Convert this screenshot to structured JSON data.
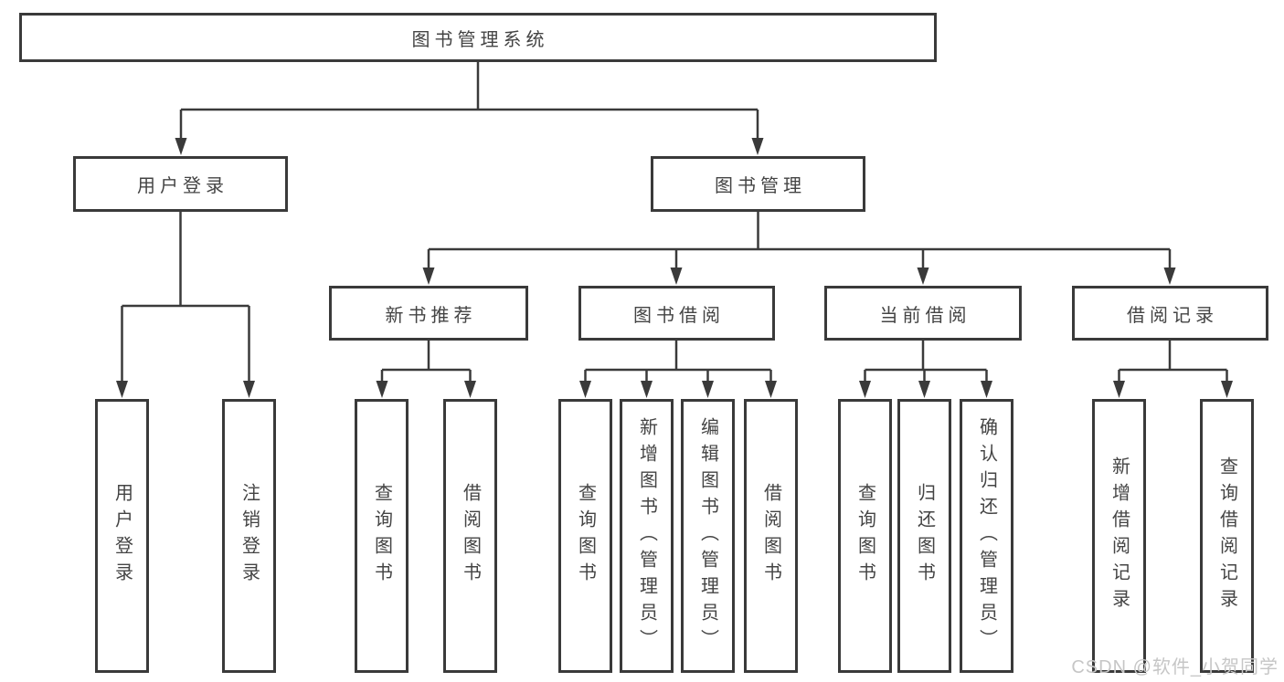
{
  "tree": {
    "root": "图书管理系统",
    "branches": [
      {
        "label": "用户登录",
        "leaves": [
          "用户登录",
          "注销登录"
        ]
      },
      {
        "label": "图书管理",
        "sections": [
          {
            "label": "新书推荐",
            "leaves": [
              "查询图书",
              "借阅图书"
            ]
          },
          {
            "label": "图书借阅",
            "leaves": [
              "查询图书",
              "新增图书（管理员）",
              "编辑图书（管理员）",
              "借阅图书"
            ]
          },
          {
            "label": "当前借阅",
            "leaves": [
              "查询图书",
              "归还图书",
              "确认归还（管理员）"
            ]
          },
          {
            "label": "借阅记录",
            "leaves": [
              "新增借阅记录",
              "查询借阅记录"
            ]
          }
        ]
      }
    ]
  },
  "watermark": "CSDN @软件_小贺同学",
  "colors": {
    "line": "#3a3a3a",
    "box_border": "#3a3a3a",
    "text": "#444444",
    "watermark": "#c6c6c6",
    "background": "#ffffff"
  }
}
